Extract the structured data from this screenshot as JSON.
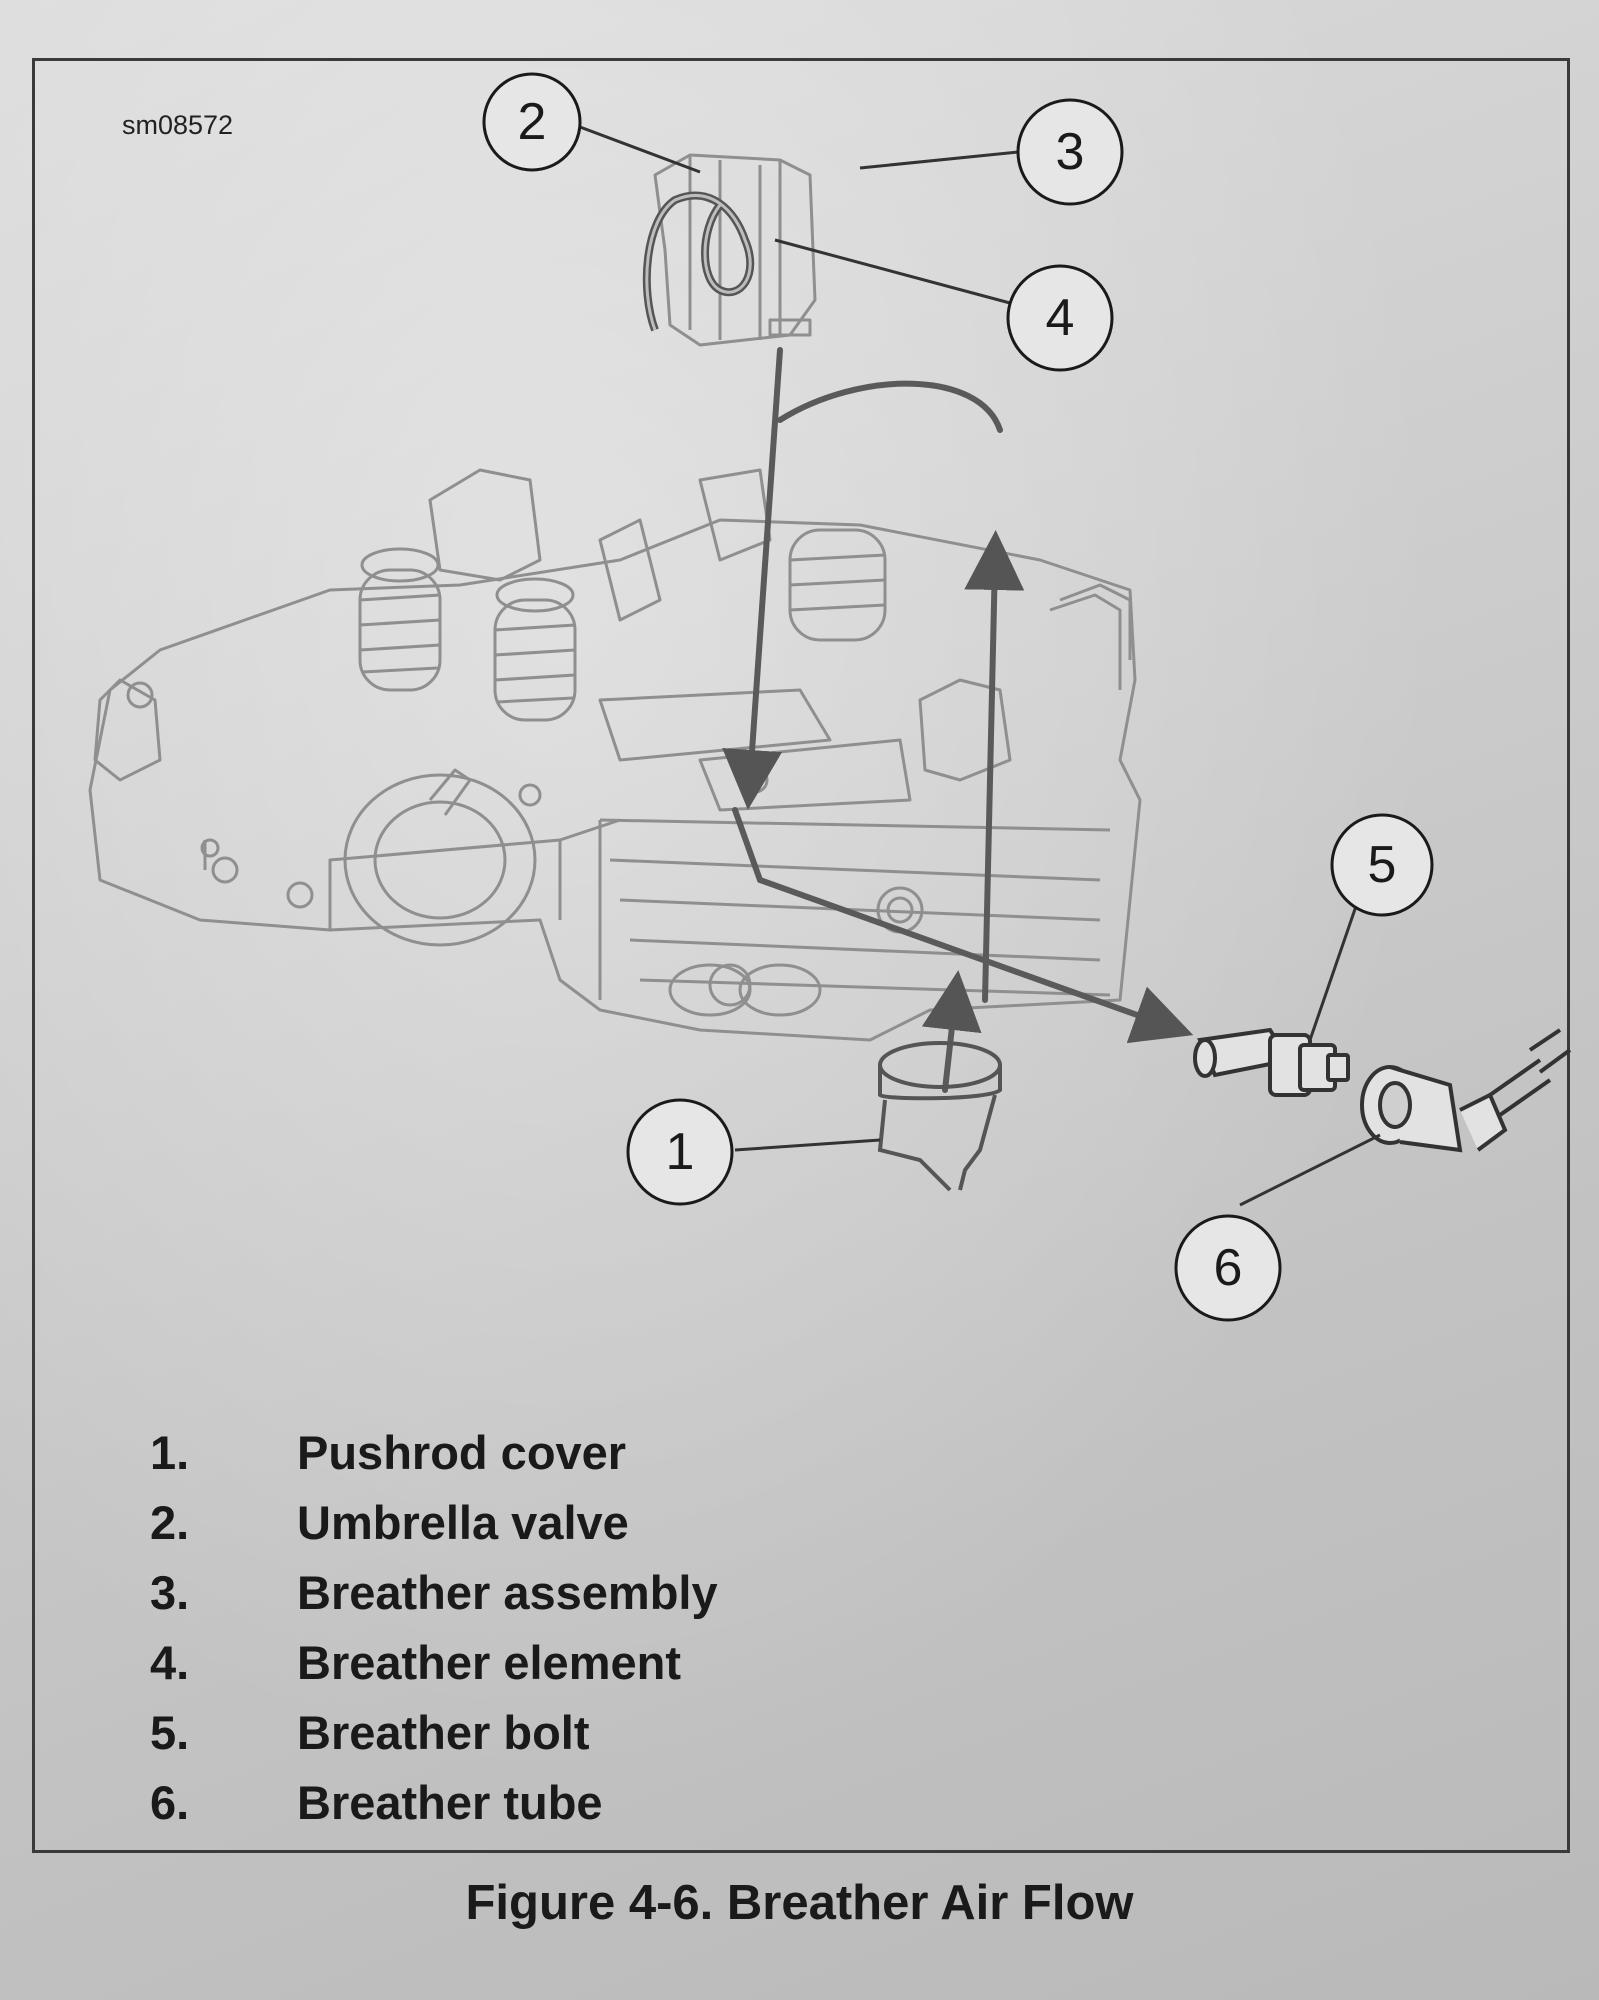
{
  "figure": {
    "id": "sm08572",
    "caption": "Figure 4-6. Breather Air Flow"
  },
  "callouts": [
    {
      "number": "1",
      "part": "pushrod-cover"
    },
    {
      "number": "2",
      "part": "umbrella-valve"
    },
    {
      "number": "3",
      "part": "breather-assembly"
    },
    {
      "number": "4",
      "part": "breather-element"
    },
    {
      "number": "5",
      "part": "breather-bolt"
    },
    {
      "number": "6",
      "part": "breather-tube"
    }
  ],
  "legend": [
    {
      "num": "1.",
      "label": "Pushrod cover"
    },
    {
      "num": "2.",
      "label": "Umbrella valve"
    },
    {
      "num": "3.",
      "label": "Breather assembly"
    },
    {
      "num": "4.",
      "label": "Breather element"
    },
    {
      "num": "5.",
      "label": "Breather bolt"
    },
    {
      "num": "6.",
      "label": "Breather tube"
    }
  ],
  "colors": {
    "ink": "#1a1a1a",
    "line": "#4a4a4a",
    "faint": "#9a9a9a"
  }
}
